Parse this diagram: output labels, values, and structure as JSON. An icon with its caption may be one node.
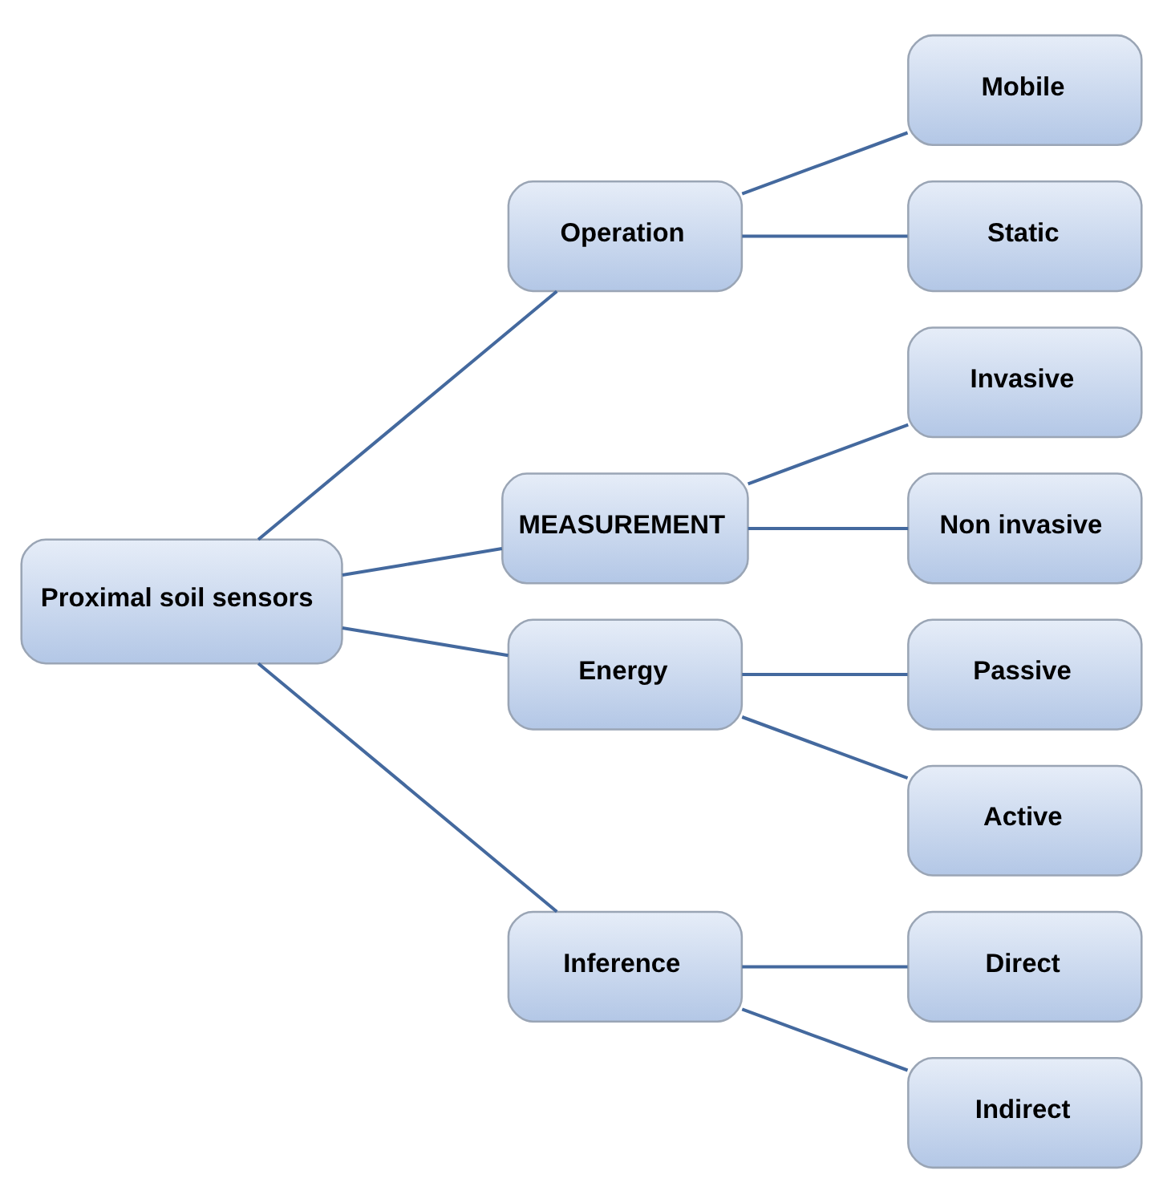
{
  "diagram": {
    "nodes": [
      {
        "text": [
          "Proximal soil sensors"
        ]
      },
      {
        "text": [
          "Operation"
        ]
      },
      {
        "text": [
          "Mobile"
        ]
      },
      {
        "text": [
          "Static"
        ]
      },
      {
        "text": [
          "MEASUREMENT"
        ]
      },
      {
        "text": [
          "Invasive"
        ]
      },
      {
        "text": [
          "Non invasive"
        ]
      },
      {
        "text": [
          "Energy"
        ]
      },
      {
        "text": [
          "Passive"
        ]
      },
      {
        "text": [
          "Active"
        ]
      },
      {
        "text": [
          "Inference"
        ]
      },
      {
        "text": [
          "Direct"
        ]
      },
      {
        "text": [
          "Indirect"
        ]
      }
    ],
    "edges": [
      {
        "from": 0,
        "to": 1,
        "arrow": "none"
      },
      {
        "from": 1,
        "to": 2,
        "arrow": "none"
      },
      {
        "from": 1,
        "to": 3,
        "arrow": "none"
      },
      {
        "from": 0,
        "to": 4,
        "arrow": "none"
      },
      {
        "from": 4,
        "to": 5,
        "arrow": "none"
      },
      {
        "from": 4,
        "to": 6,
        "arrow": "none"
      },
      {
        "from": 0,
        "to": 7,
        "arrow": "none"
      },
      {
        "from": 7,
        "to": 8,
        "arrow": "none"
      },
      {
        "from": 7,
        "to": 9,
        "arrow": "none"
      },
      {
        "from": 0,
        "to": 10,
        "arrow": "none"
      },
      {
        "from": 10,
        "to": 11,
        "arrow": "none"
      },
      {
        "from": 10,
        "to": 12,
        "arrow": "none"
      }
    ]
  }
}
